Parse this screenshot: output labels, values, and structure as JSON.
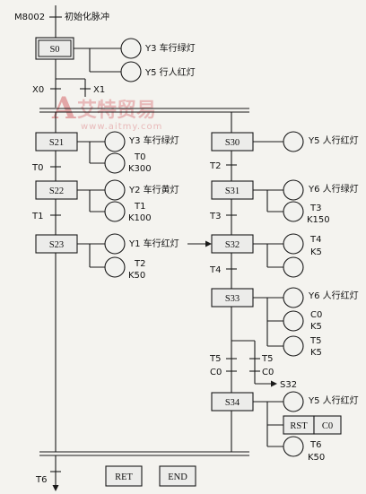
{
  "init": {
    "contact": "M8002",
    "text": "初始化脉冲"
  },
  "s0": {
    "step": "S0",
    "out1": "Y3  车行绿灯",
    "out2": "Y5  行人红灯"
  },
  "branch": {
    "x0": "X0",
    "x1": "X1"
  },
  "watermark": {
    "brand": "艾特贸易",
    "url": "www.aitmy.com"
  },
  "left": {
    "s21": {
      "step": "S21",
      "coil1": "Y3  车行绿灯",
      "timer": "T0",
      "preset": "K300"
    },
    "t0": "T0",
    "s22": {
      "step": "S22",
      "coil1": "Y2  车行黄灯",
      "timer": "T1",
      "preset": "K100"
    },
    "t1": "T1",
    "s23": {
      "step": "S23",
      "coil1": "Y1  车行红灯",
      "timer": "T2",
      "preset": "K50"
    }
  },
  "right": {
    "s30": {
      "step": "S30",
      "coil1": "Y5  人行红灯"
    },
    "t2": "T2",
    "s31": {
      "step": "S31",
      "coil1": "Y6  人行绿灯",
      "timer": "T3",
      "preset": "K150"
    },
    "t3": "T3",
    "s32": {
      "step": "S32",
      "timer": "T4",
      "preset": "K5"
    },
    "t4": "T4",
    "s33": {
      "step": "S33",
      "coil1": "Y6  人行红灯",
      "c_name": "C0",
      "c_preset": "K5",
      "timer": "T5",
      "preset": "K5"
    },
    "branch": {
      "t5a": "T5",
      "t5b": "T5",
      "c0a": "C0",
      "c0b": "C0",
      "jump": "S32"
    },
    "s34": {
      "step": "S34",
      "coil1": "Y5  人行红灯",
      "rst": "RST",
      "rst_target": "C0",
      "timer": "T6",
      "preset": "K50"
    }
  },
  "bottom": {
    "t6": "T6",
    "ret": "RET",
    "end": "END"
  }
}
